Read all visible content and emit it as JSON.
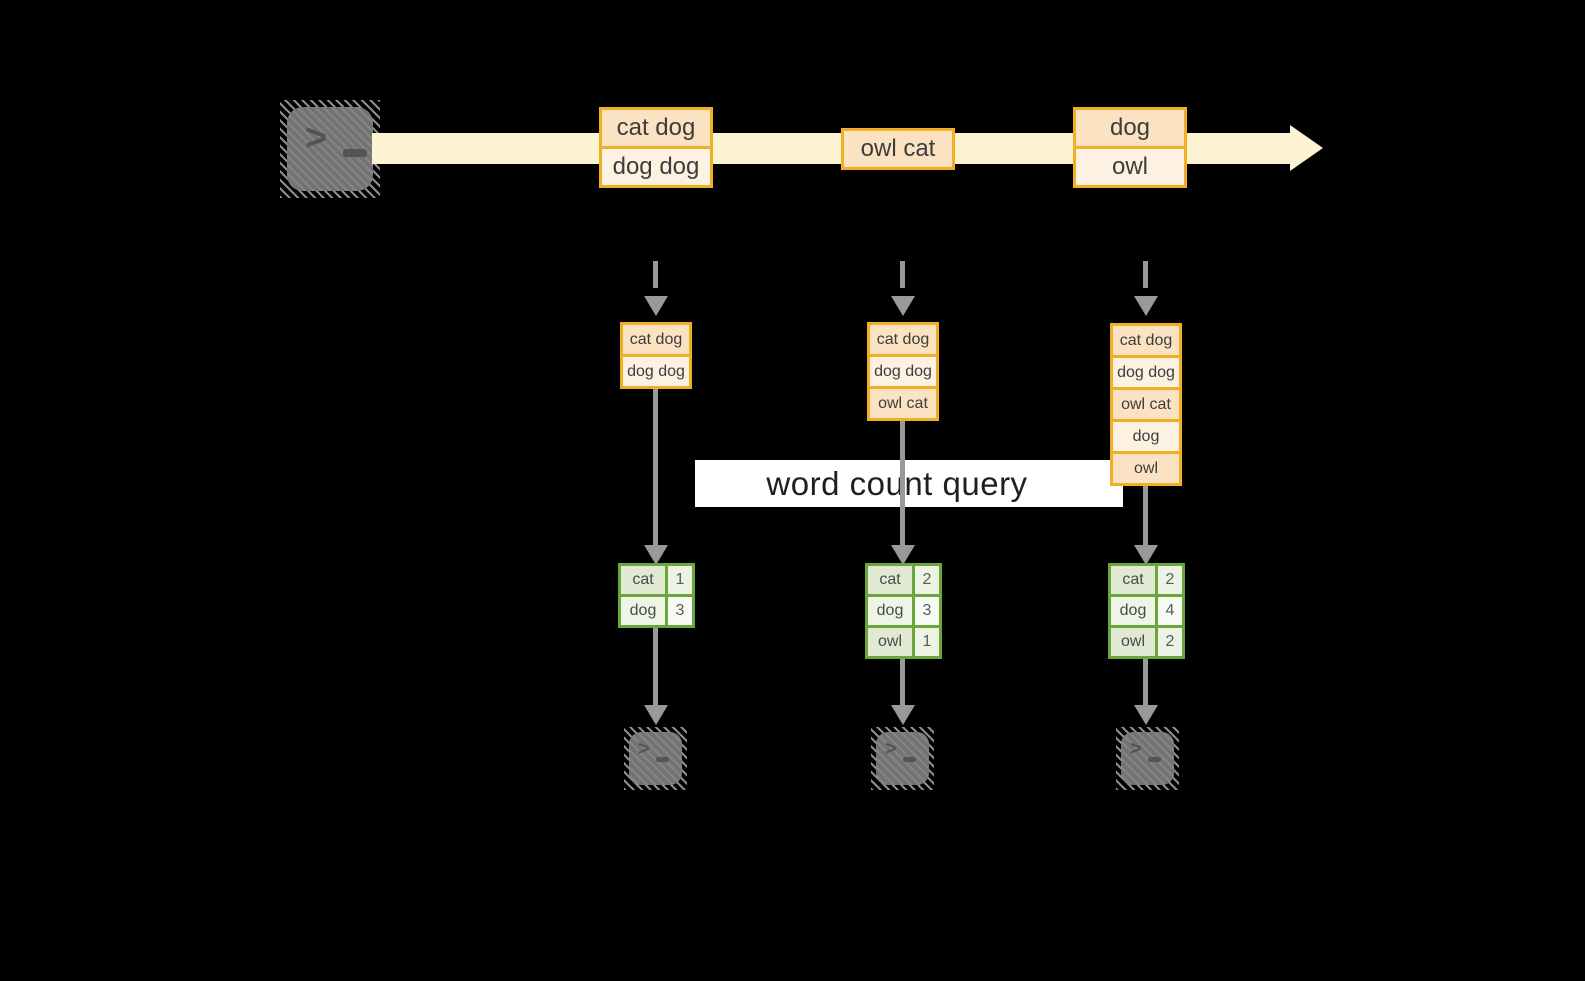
{
  "query_label": "word count query",
  "icons": {
    "terminal_prompt": ">"
  },
  "colors": {
    "background": "#000000",
    "accent_gold_border": "#f1b024",
    "fill_peach": "#fbe2c2",
    "fill_cream": "#fdf2e1",
    "timeline_arrow_cream": "#fcf3d2",
    "green_border": "#6aa63c",
    "green_fill_dark": "#e0ead2",
    "green_fill_light": "#eef4e6",
    "connector_gray": "#999999",
    "terminal_gray": "#7e7e7e",
    "query_bar_white": "#ffffff"
  },
  "timeline": {
    "events": [
      {
        "lines": [
          "cat dog",
          "dog dog"
        ]
      },
      {
        "lines": [
          "owl cat"
        ]
      },
      {
        "lines": [
          "dog",
          "owl"
        ]
      }
    ]
  },
  "columns": [
    {
      "buffer": [
        "cat dog",
        "dog dog"
      ],
      "counts": [
        [
          "cat",
          "1"
        ],
        [
          "dog",
          "3"
        ]
      ]
    },
    {
      "buffer": [
        "cat dog",
        "dog dog",
        "owl cat"
      ],
      "counts": [
        [
          "cat",
          "2"
        ],
        [
          "dog",
          "3"
        ],
        [
          "owl",
          "1"
        ]
      ]
    },
    {
      "buffer": [
        "cat dog",
        "dog dog",
        "owl cat",
        "dog",
        "owl"
      ],
      "counts": [
        [
          "cat",
          "2"
        ],
        [
          "dog",
          "4"
        ],
        [
          "owl",
          "2"
        ]
      ]
    }
  ]
}
